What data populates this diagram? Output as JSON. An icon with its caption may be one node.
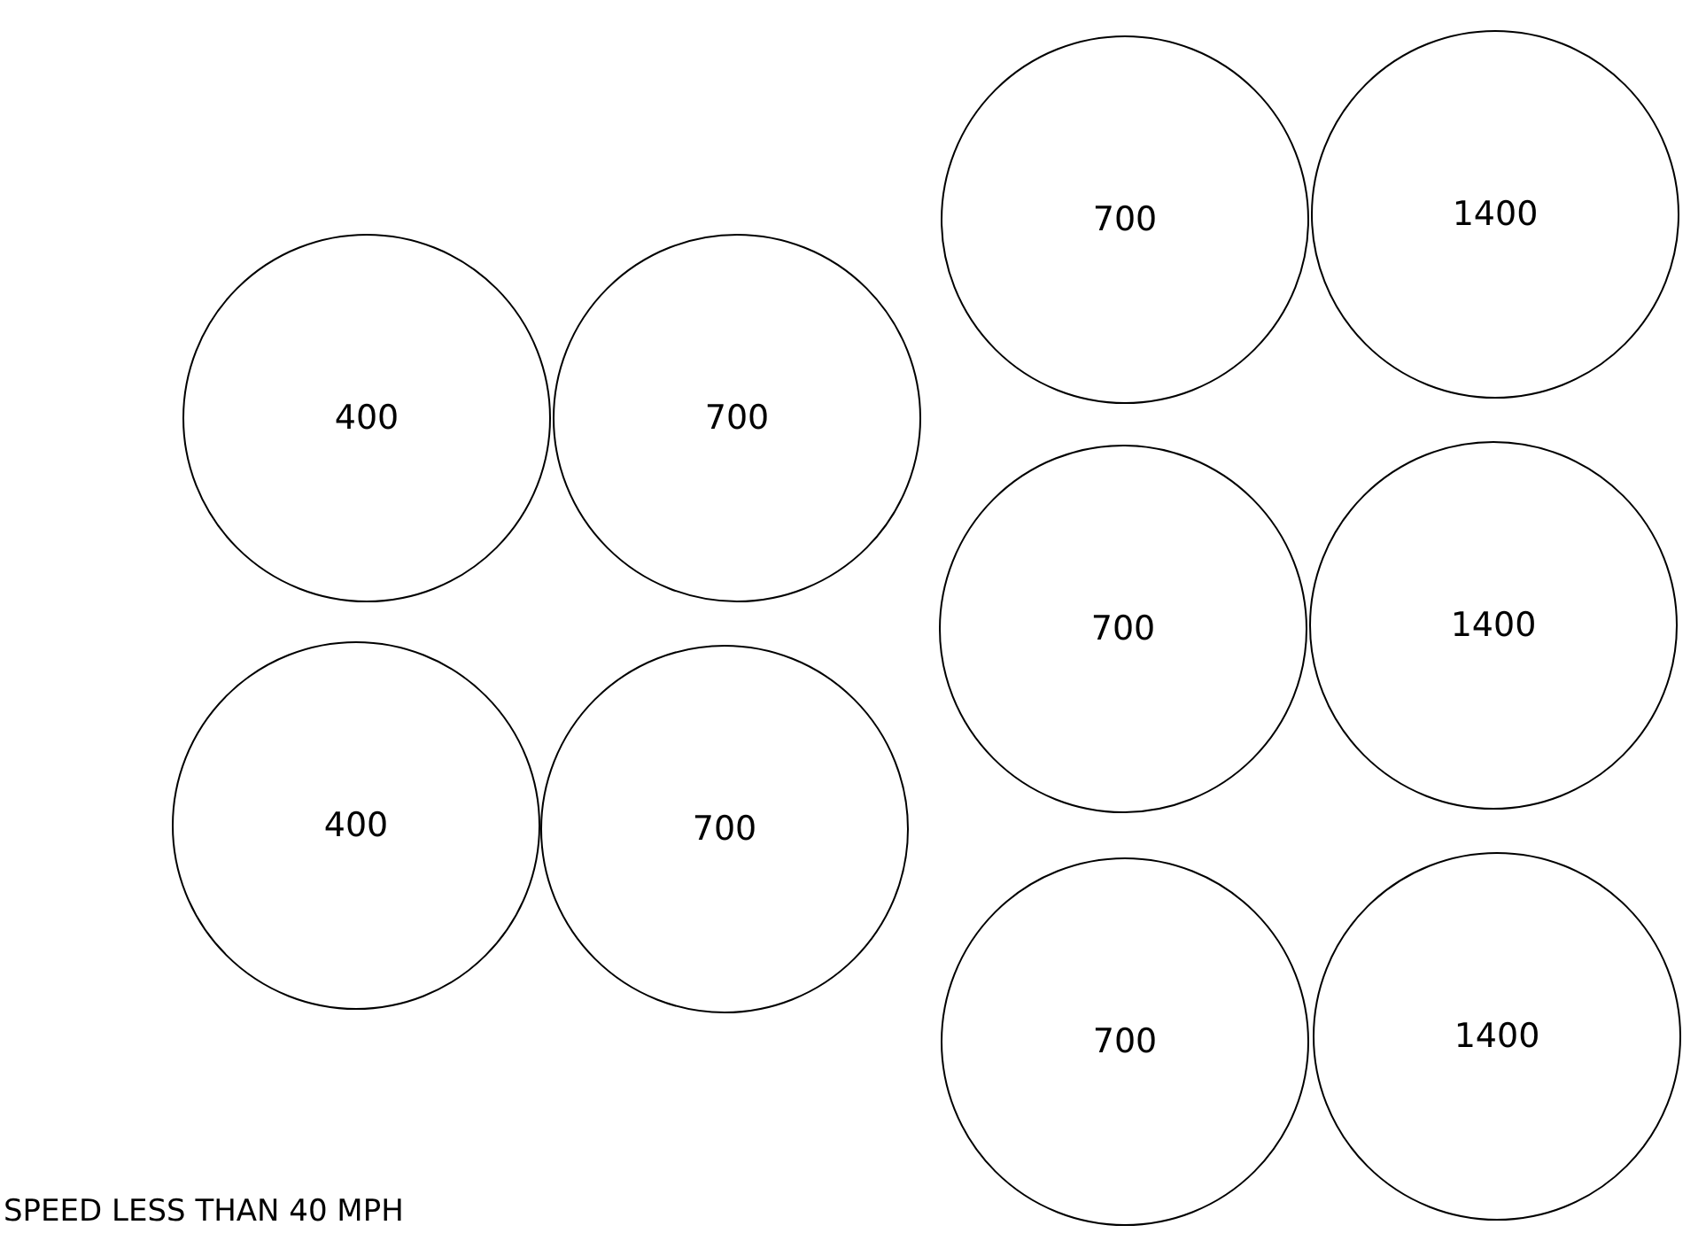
{
  "diagram": {
    "nodes": [
      {
        "text": [
          "700"
        ]
      },
      {
        "text": [
          "1400"
        ]
      },
      {
        "text": [
          "400"
        ]
      },
      {
        "text": [
          "700"
        ]
      },
      {
        "text": [
          "700"
        ]
      },
      {
        "text": [
          "1400"
        ]
      },
      {
        "text": [
          "400"
        ]
      },
      {
        "text": [
          "700"
        ]
      },
      {
        "text": [
          "700"
        ]
      },
      {
        "text": [
          "1400"
        ]
      }
    ],
    "labels": [
      "SPEED LESS THAN 40 MPH"
    ]
  }
}
